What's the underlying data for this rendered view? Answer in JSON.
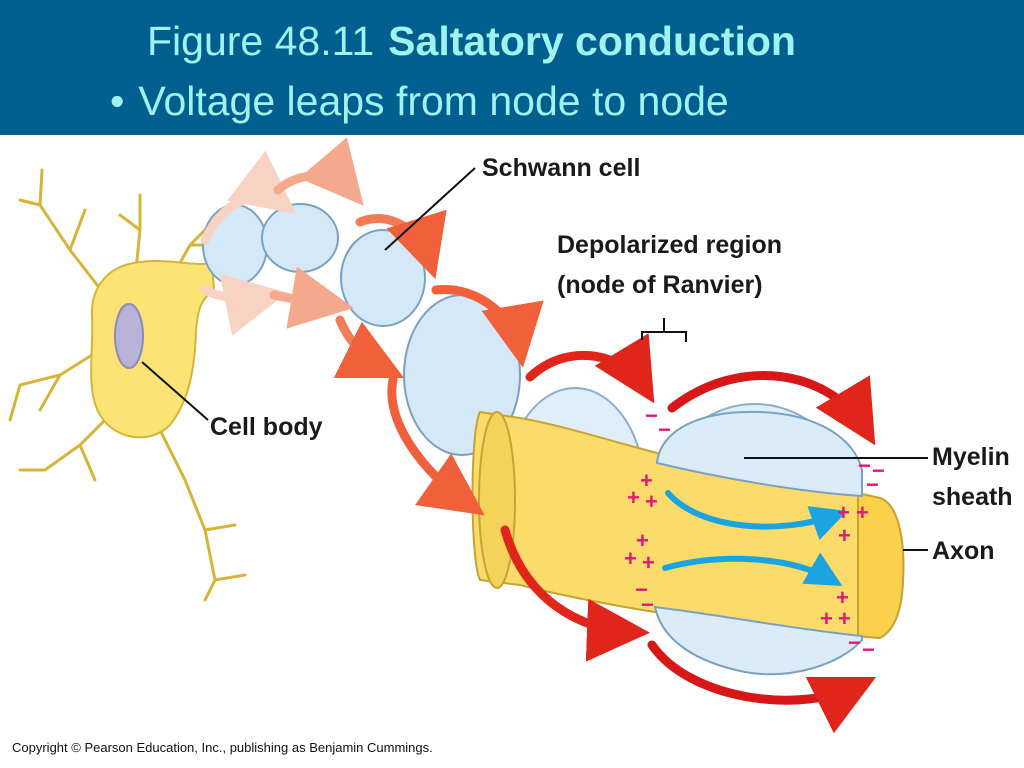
{
  "header": {
    "figure_number": "Figure 48.11",
    "figure_title": "Saltatory conduction",
    "bullet_symbol": "•",
    "bullet_text": "Voltage leaps from node to node",
    "background_color": "#005f8f",
    "text_color": "#9ff2ee"
  },
  "diagram": {
    "labels": {
      "schwann_cell": "Schwann cell",
      "depolarized_line1": "Depolarized region",
      "depolarized_line2": "(node of Ranvier)",
      "cell_body": "Cell body",
      "myelin_line1": "Myelin",
      "myelin_line2": "sheath",
      "axon": "Axon"
    },
    "charge_symbols": {
      "positive": "+",
      "negative": "−"
    },
    "colors": {
      "cell_body": "#fbe374",
      "nucleus": "#b8b3d8",
      "myelin": "#d4e8f8",
      "axon": "#fbdc6a",
      "current_arrow": "#1ba4e0",
      "signal_arrow": "#e0251b",
      "charge": "#e0187a"
    }
  },
  "footer": {
    "copyright": "Copyright © Pearson Education, Inc., publishing as Benjamin Cummings."
  }
}
